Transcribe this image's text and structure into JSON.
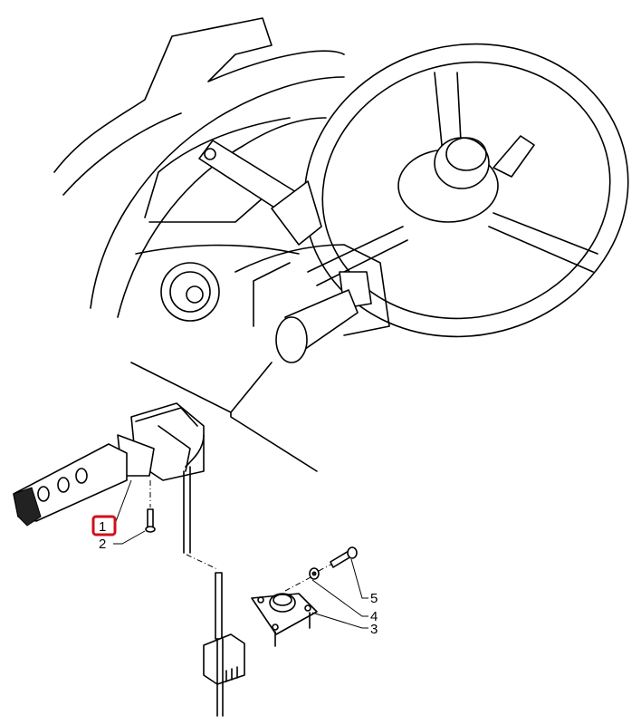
{
  "diagram": {
    "callouts": [
      {
        "id": "1",
        "label": "1",
        "highlighted": true
      },
      {
        "id": "2",
        "label": "2"
      },
      {
        "id": "3",
        "label": "3"
      },
      {
        "id": "4",
        "label": "4"
      },
      {
        "id": "5",
        "label": "5"
      }
    ],
    "highlight_color": "#d0101a"
  }
}
